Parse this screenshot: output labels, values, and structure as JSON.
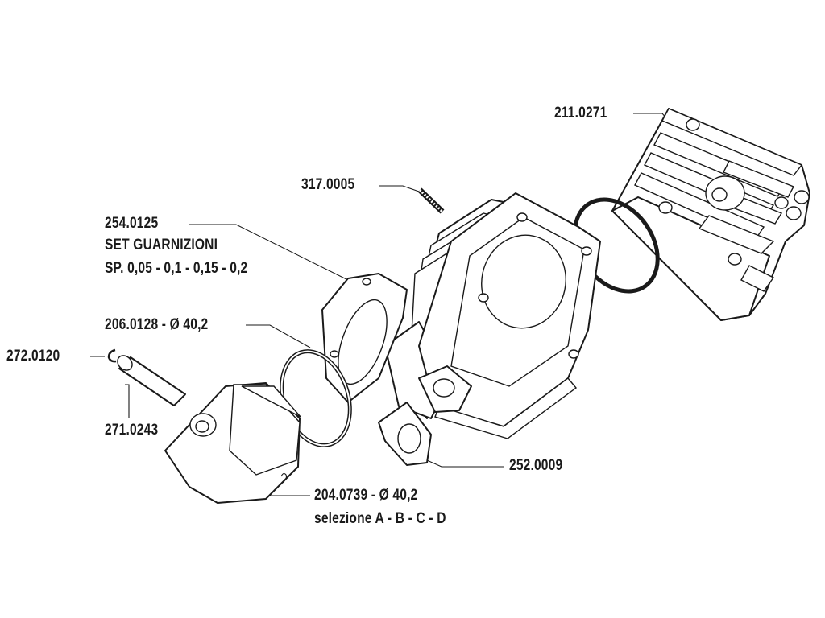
{
  "labels": {
    "cylinder_head": "211.0271",
    "stud": "317.0005",
    "gasket_set_code": "254.0125",
    "gasket_set_name": "SET GUARNIZIONI",
    "gasket_set_thickness": "SP. 0,05 - 0,1 - 0,15 - 0,2",
    "piston_ring": "206.0128 - Ø 40,2",
    "circlip": "272.0120",
    "piston_pin": "271.0243",
    "exhaust_gasket": "252.0009",
    "piston_code": "204.0739 - Ø 40,2",
    "piston_selection": "selezione A - B - C - D"
  }
}
